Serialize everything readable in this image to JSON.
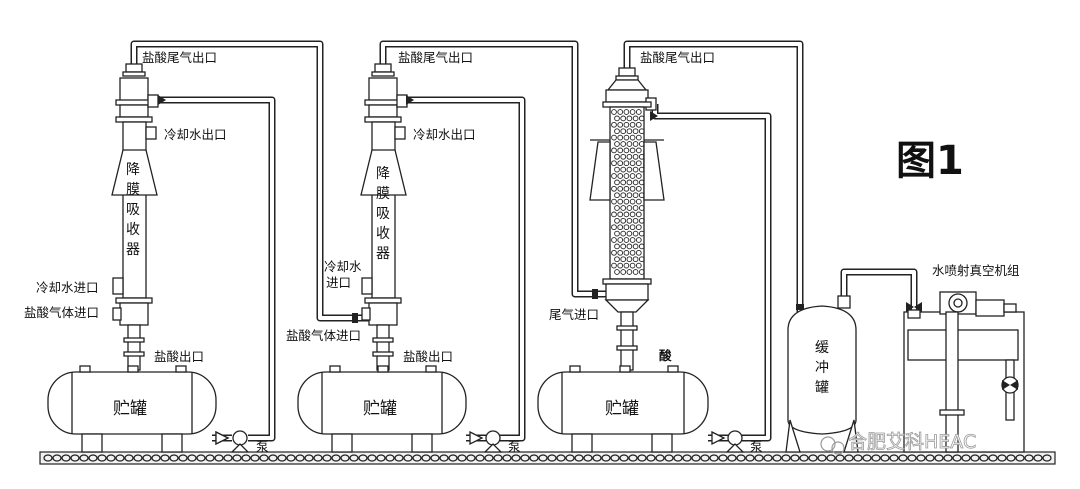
{
  "figure_title": "图1",
  "absorbers": [
    {
      "label_chars": [
        "降",
        "膜",
        "吸",
        "收",
        "器"
      ],
      "tail_gas_outlet": "盐酸尾气出口",
      "cooling_water_outlet": "冷却水出口",
      "cooling_water_inlet": "冷却水进口",
      "gas_inlet": "盐酸气体进口",
      "acid_outlet": "盐酸出口"
    },
    {
      "label_chars": [
        "降",
        "膜",
        "吸",
        "收",
        "器"
      ],
      "tail_gas_outlet": "盐酸尾气出口",
      "cooling_water_outlet": "冷却水出口",
      "cooling_water_inlet_line1": "冷却水",
      "cooling_water_inlet_line2": "进口",
      "gas_inlet": "盐酸气体进口",
      "acid_outlet": "盐酸出口"
    },
    {
      "tail_gas_outlet": "盐酸尾气出口",
      "tail_gas_inlet": "尾气进口",
      "acid_label": "酸"
    }
  ],
  "tanks": [
    "贮罐",
    "贮罐",
    "贮罐"
  ],
  "pump_label": "泵",
  "buffer_tank_chars": [
    "缓",
    "冲",
    "罐"
  ],
  "vacuum_unit": "水喷射真空机组",
  "watermark": "合肥艾科HEAC"
}
